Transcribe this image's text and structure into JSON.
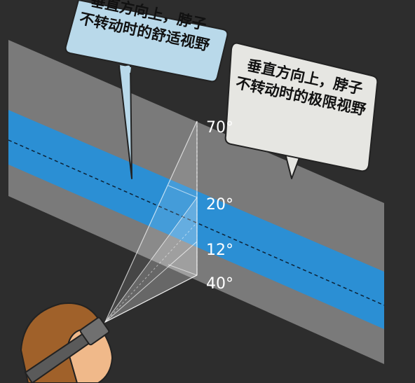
{
  "callouts": {
    "comfort": {
      "line1": "垂直方向上，脖子",
      "line2": "不转动时的舒适视野",
      "color": "#b9d9ea"
    },
    "limit": {
      "line1": "垂直方向上，脖子",
      "line2": "不转动时的极限视野",
      "color": "#e6e6e2"
    }
  },
  "angles": {
    "a70": "70°",
    "a20": "20°",
    "a12": "12°",
    "a40": "40°"
  },
  "colors": {
    "background": "#2d2d2d",
    "wall": "#7a7a7a",
    "comfort_band": "#2b8fd4",
    "skin": "#f0b98a",
    "hair": "#a0612a"
  }
}
